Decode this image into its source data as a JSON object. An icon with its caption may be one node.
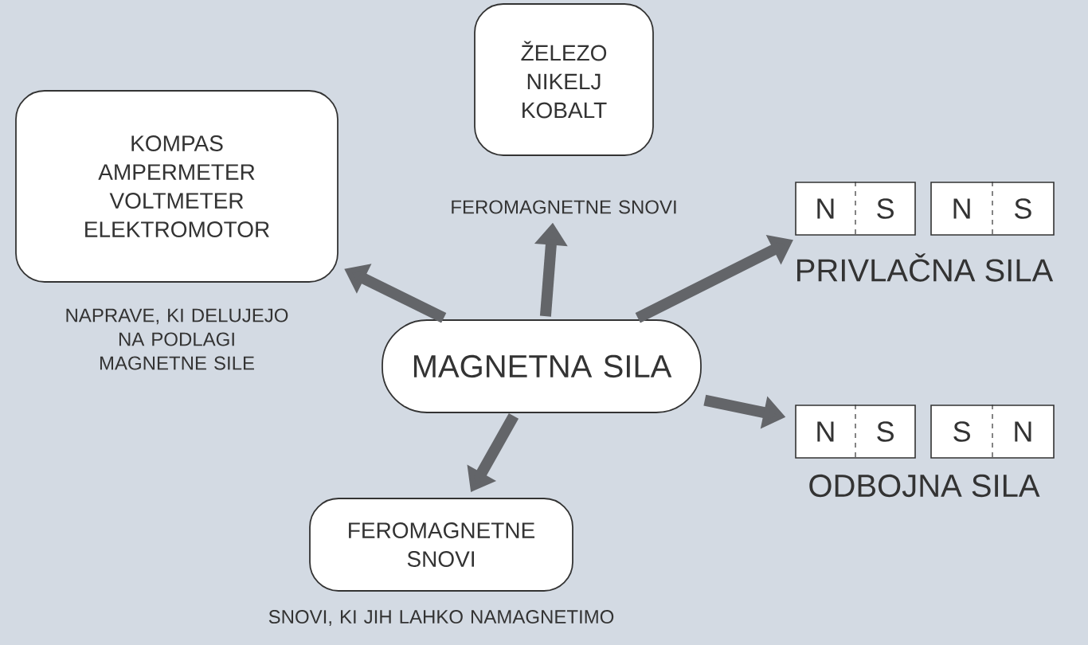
{
  "diagram": {
    "nodes": [
      {
        "text": [
          "MAGNETNA SILA"
        ]
      },
      {
        "text": [
          "KOMPAS AMPERMETER VOLTMETER ELEKTROMOTOR"
        ],
        "beside": [
          "NAPRAVE, KI DELUJEJO NA PODLAGI MAGNETNE SILE"
        ]
      },
      {
        "text": [
          "ŽELEZO NIKELJ KOBALT"
        ],
        "beside": [
          "FEROMAGNETNE SNOVI"
        ]
      },
      {
        "text": [
          "FEROMAGNETNE SNOVI"
        ],
        "beside": [
          "SNOVI, KI JIH LAHKO NAMAGNETIMO"
        ]
      },
      {
        "text": [
          "N",
          "S"
        ]
      },
      {
        "text": [
          "N",
          "S"
        ]
      },
      {
        "text": [
          "N",
          "S"
        ]
      },
      {
        "text": [
          "S",
          "N"
        ]
      }
    ],
    "edges": [
      {
        "from": 0,
        "to": 1,
        "arrow": "to"
      },
      {
        "from": 0,
        "to": 2,
        "arrow": "to"
      },
      {
        "from": 0,
        "to": 4,
        "arrow": "to"
      },
      {
        "from": 0,
        "to": 6,
        "arrow": "to"
      },
      {
        "from": 0,
        "to": 3,
        "arrow": "to"
      }
    ],
    "labels": [
      "PRIVLAČNA SILA",
      "ODBOJNA SILA"
    ]
  }
}
